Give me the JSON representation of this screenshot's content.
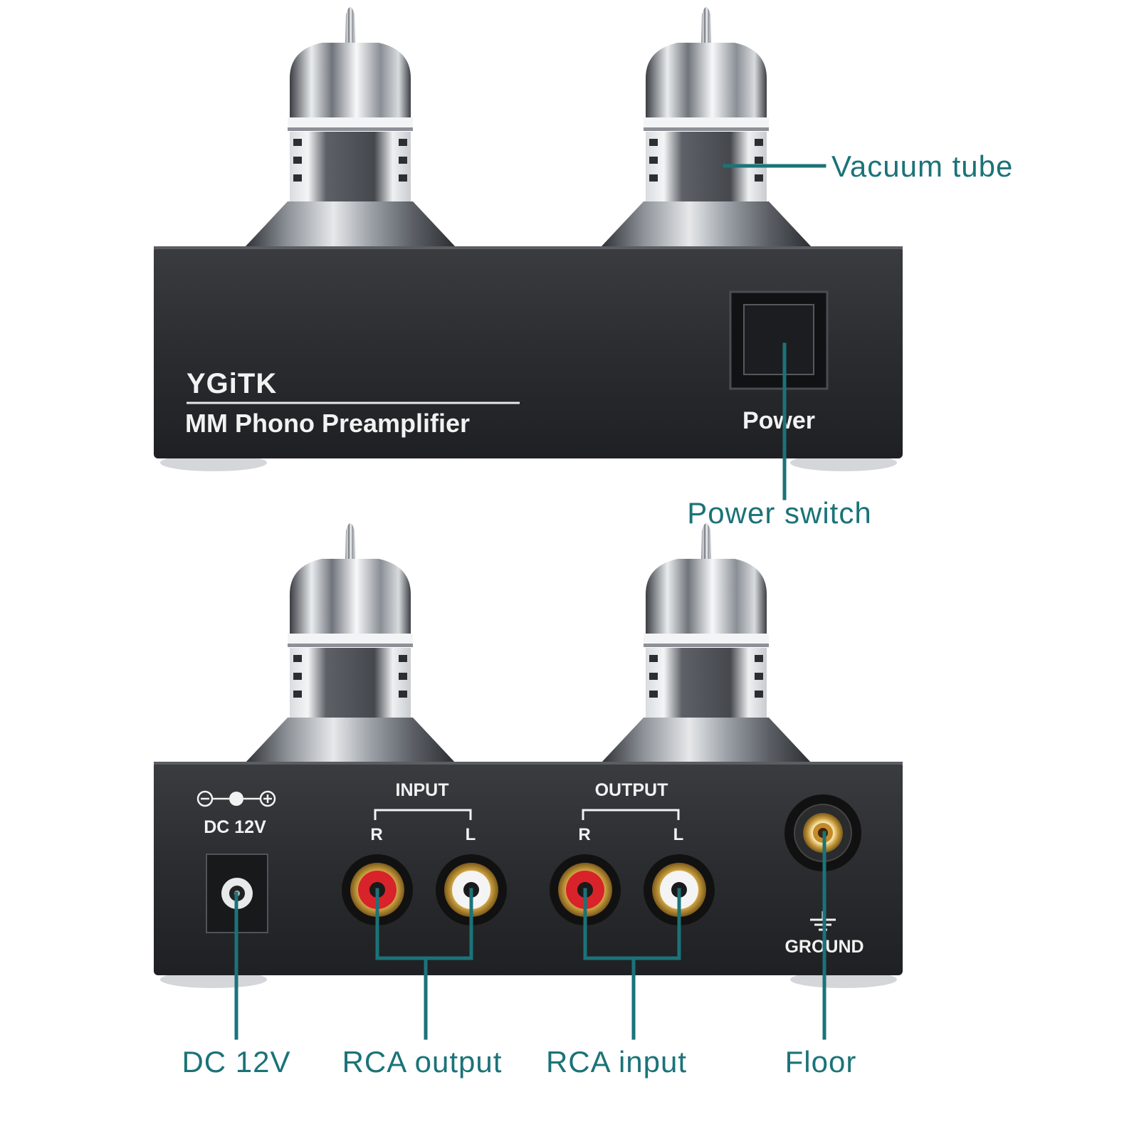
{
  "colors": {
    "callout": "#1b7378",
    "chassis_dark": "#26282b",
    "panel_text": "#f2f2f2",
    "background": "#ffffff"
  },
  "front_panel": {
    "brand": "YGiTK",
    "model": "MM Phono Preamplifier",
    "power_label": "Power"
  },
  "rear_panel": {
    "dc_label": "DC 12V",
    "input_label": "INPUT",
    "output_label": "OUTPUT",
    "right": "R",
    "left": "L",
    "ground_label": "GROUND"
  },
  "callouts": {
    "vacuum_tube": "Vacuum tube",
    "power_switch": "Power switch",
    "dc": "DC 12V",
    "rca_output": "RCA output",
    "rca_input": "RCA input",
    "floor": "Floor"
  }
}
